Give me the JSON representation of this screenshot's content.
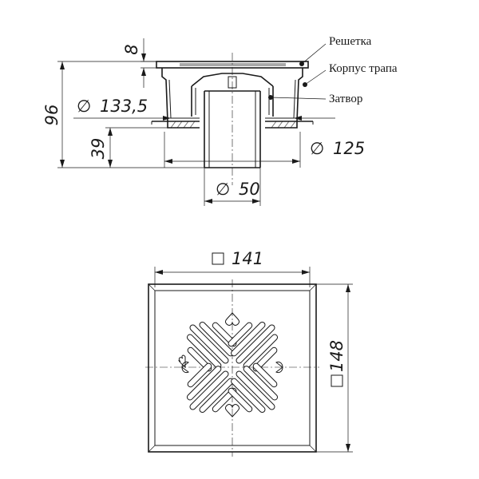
{
  "labels": {
    "grate": "Решетка",
    "body": "Корпус трапа",
    "trap": "Затвор"
  },
  "dimensions": {
    "grate_thickness": "8",
    "total_height": "96",
    "body_diameter": "133,5",
    "outlet_height": "39",
    "flange_diameter": "125",
    "outlet_diameter": "50",
    "grate_width": "141",
    "grate_length": "148"
  },
  "symbols": {
    "diameter": "∅",
    "square": "□"
  }
}
